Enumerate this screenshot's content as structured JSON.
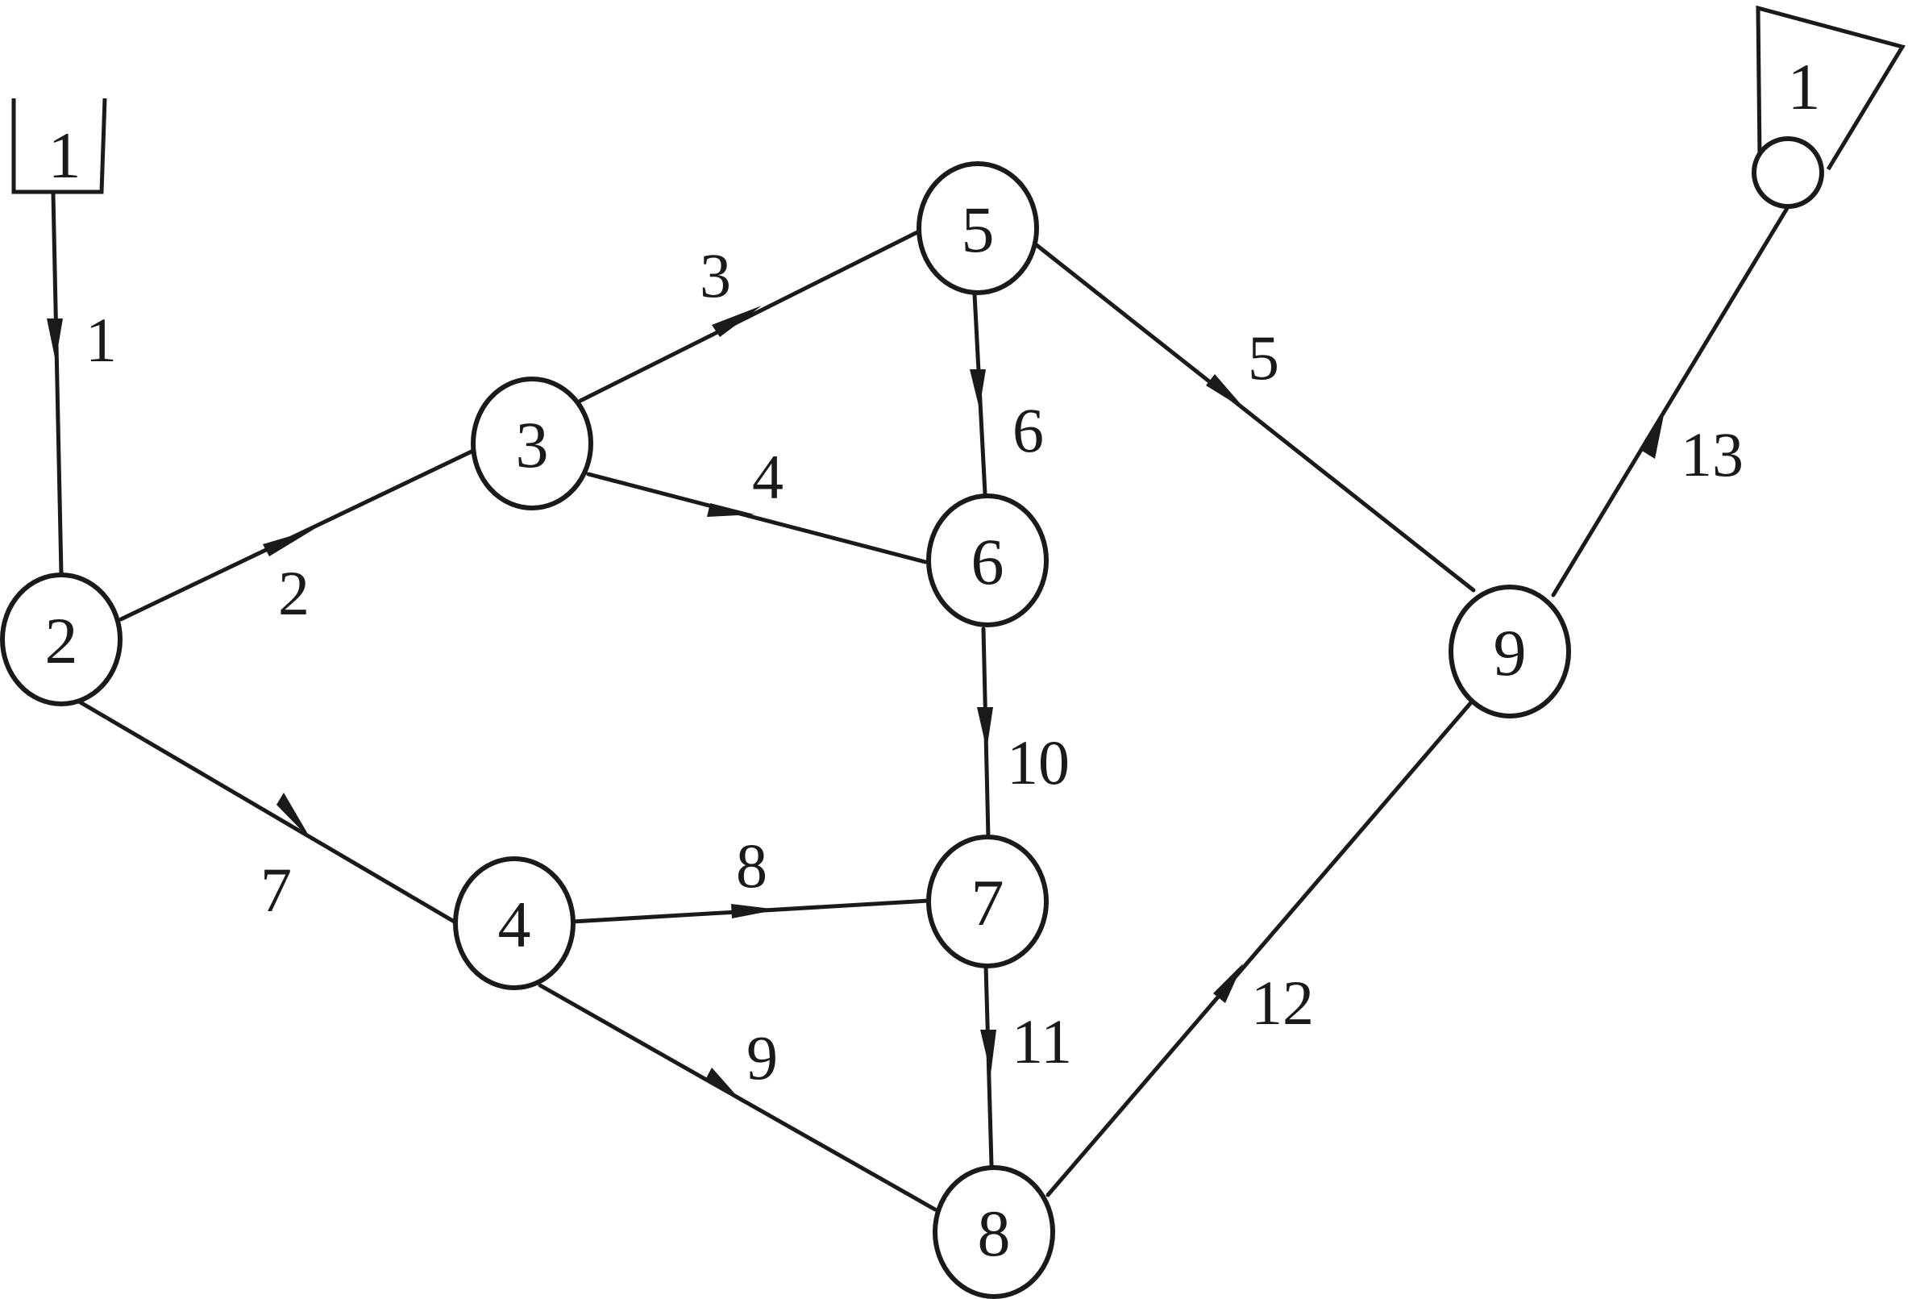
{
  "diagram": {
    "source": {
      "label": "1"
    },
    "sink": {
      "label": "1"
    },
    "nodes": [
      {
        "id": "n2",
        "label": "2"
      },
      {
        "id": "n3",
        "label": "3"
      },
      {
        "id": "n4",
        "label": "4"
      },
      {
        "id": "n5",
        "label": "5"
      },
      {
        "id": "n6",
        "label": "6"
      },
      {
        "id": "n7",
        "label": "7"
      },
      {
        "id": "n8",
        "label": "8"
      },
      {
        "id": "n9",
        "label": "9"
      }
    ],
    "edges": [
      {
        "label": "1",
        "from": "source",
        "to": "n2"
      },
      {
        "label": "2",
        "from": "n2",
        "to": "n3"
      },
      {
        "label": "3",
        "from": "n3",
        "to": "n5"
      },
      {
        "label": "4",
        "from": "n3",
        "to": "n6"
      },
      {
        "label": "5",
        "from": "n5",
        "to": "n9"
      },
      {
        "label": "6",
        "from": "n5",
        "to": "n6"
      },
      {
        "label": "7",
        "from": "n2",
        "to": "n4"
      },
      {
        "label": "8",
        "from": "n4",
        "to": "n7"
      },
      {
        "label": "9",
        "from": "n4",
        "to": "n8"
      },
      {
        "label": "10",
        "from": "n6",
        "to": "n7"
      },
      {
        "label": "11",
        "from": "n7",
        "to": "n8"
      },
      {
        "label": "12",
        "from": "n8",
        "to": "n9"
      },
      {
        "label": "13",
        "from": "n9",
        "to": "sink"
      }
    ]
  }
}
